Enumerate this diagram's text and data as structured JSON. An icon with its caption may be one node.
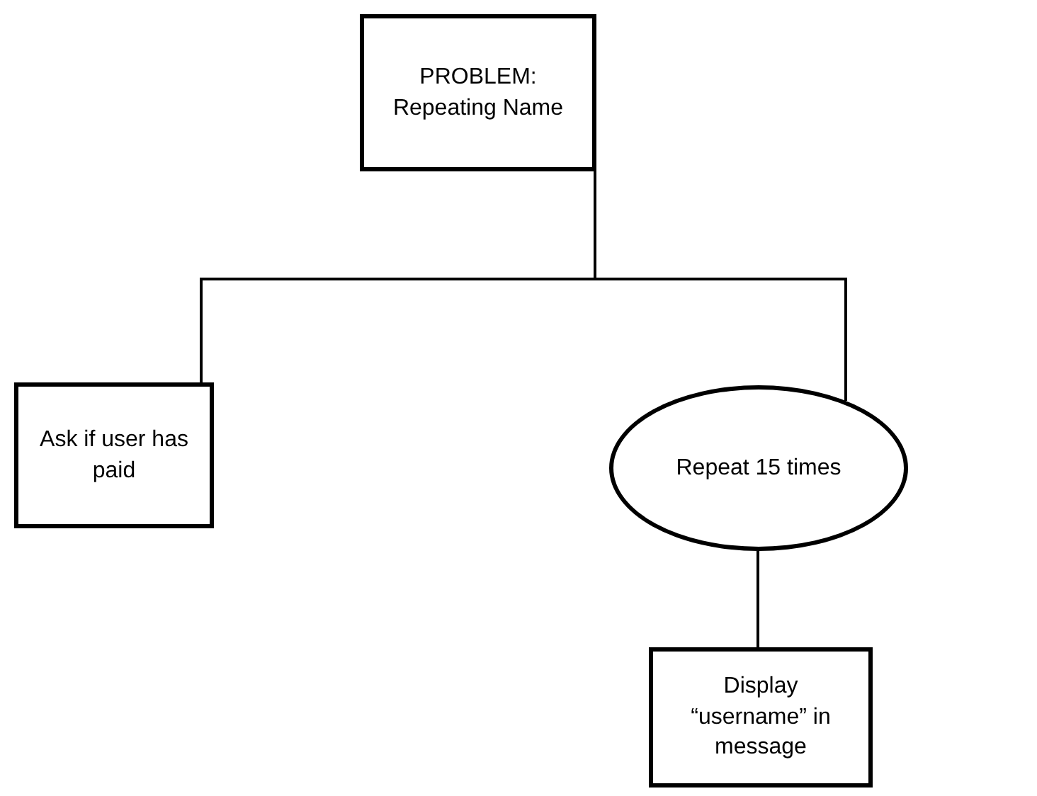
{
  "diagram": {
    "nodes": [
      {
        "text": [
          "PROBLEM: Repeating Name"
        ]
      },
      {
        "text": [
          "Ask if user has paid"
        ]
      },
      {
        "text": [
          "Repeat 15 times"
        ]
      },
      {
        "text": [
          "Display “username” in message"
        ]
      }
    ],
    "edges": [
      {
        "from": 0,
        "to": 1,
        "arrow": "none"
      },
      {
        "from": 0,
        "to": 2,
        "arrow": "none"
      },
      {
        "from": 2,
        "to": 3,
        "arrow": "none"
      }
    ]
  }
}
